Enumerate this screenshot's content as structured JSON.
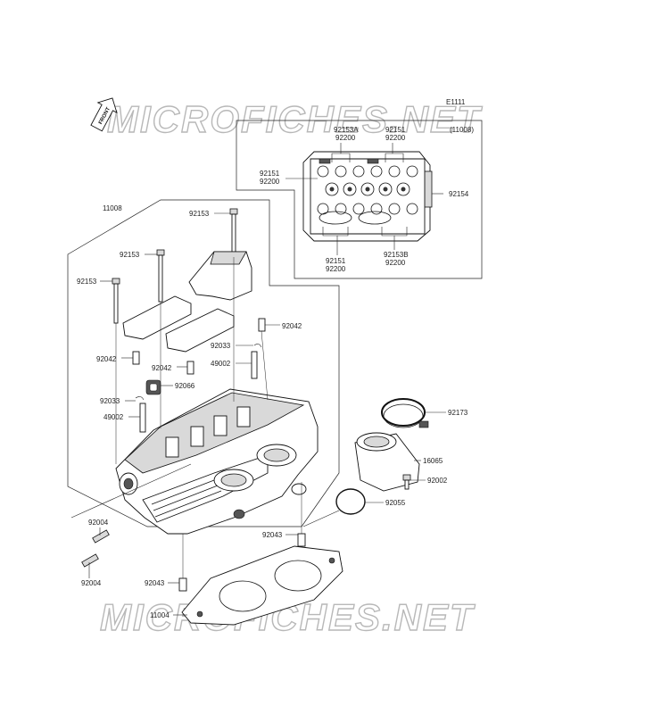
{
  "diagram_ref": "E1111",
  "watermark": "MICROFICHES.NET",
  "front_arrow_label": "FRONT",
  "inset_ref": "(11008)",
  "callouts": {
    "c11008": "11008",
    "c92153_top": "92153",
    "c92153_mid": "92153",
    "c92153_left": "92153",
    "c92042_right": "92042",
    "c92042_left": "92042",
    "c92042_mid": "92042",
    "c92033_right": "92033",
    "c49002_right": "49002",
    "c92066": "92066",
    "c92033_left": "92033",
    "c49002_left": "49002",
    "c92004_a": "92004",
    "c92004_b": "92004",
    "c92043_right": "92043",
    "c92043_left": "92043",
    "c11004": "11004",
    "c92173": "92173",
    "c16065": "16065",
    "c92002": "92002",
    "c92055": "92055",
    "inset_92153A": "92153A",
    "inset_92200_a": "92200",
    "inset_92151_a": "92151",
    "inset_92200_b": "92200",
    "inset_92151_b": "92151",
    "inset_92200_c": "92200",
    "inset_92154": "92154",
    "inset_92151_c": "92151",
    "inset_92200_d": "92200",
    "inset_92153B": "92153B",
    "inset_92200_e": "92200"
  }
}
